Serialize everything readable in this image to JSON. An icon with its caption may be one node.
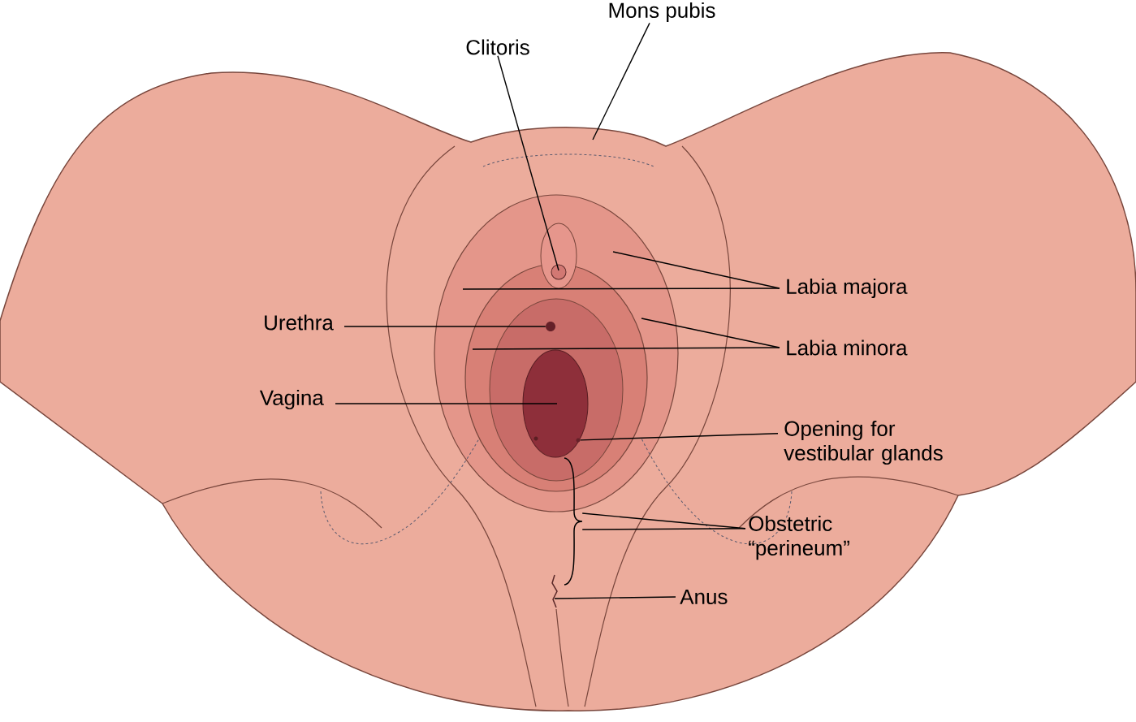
{
  "diagram": {
    "nodes": [
      {
        "text": [
          "Mons pubis"
        ]
      },
      {
        "text": [
          "Clitoris"
        ]
      },
      {
        "text": [
          "Labia majora"
        ]
      },
      {
        "text": [
          "Urethra"
        ]
      },
      {
        "text": [
          "Labia minora"
        ]
      },
      {
        "text": [
          "Vagina"
        ]
      },
      {
        "text": [
          "Opening for vestibular glands"
        ]
      },
      {
        "text": [
          "Obstetric “perineum”"
        ]
      },
      {
        "text": [
          "Anus"
        ]
      },
      {
        "text": [],
        "shape": "circle"
      },
      {
        "text": [],
        "shape": "circle"
      },
      {
        "text": [],
        "shape": "bracket"
      }
    ],
    "edges": [
      {
        "from": 0,
        "to": null,
        "arrow": "none"
      },
      {
        "from": 1,
        "to": null,
        "arrow": "none"
      },
      {
        "from": 2,
        "to": null,
        "arrow": "none"
      },
      {
        "from": 2,
        "to": null,
        "arrow": "none"
      },
      {
        "from": 3,
        "to": 9,
        "arrow": "none"
      },
      {
        "from": 4,
        "to": null,
        "arrow": "none"
      },
      {
        "from": 4,
        "to": null,
        "arrow": "none"
      },
      {
        "from": 5,
        "to": null,
        "arrow": "none"
      },
      {
        "from": 6,
        "to": 10,
        "arrow": "none"
      },
      {
        "from": 7,
        "to": 11,
        "arrow": "none"
      },
      {
        "from": 7,
        "to": 11,
        "arrow": "none"
      },
      {
        "from": 8,
        "to": null,
        "arrow": "none"
      }
    ]
  }
}
